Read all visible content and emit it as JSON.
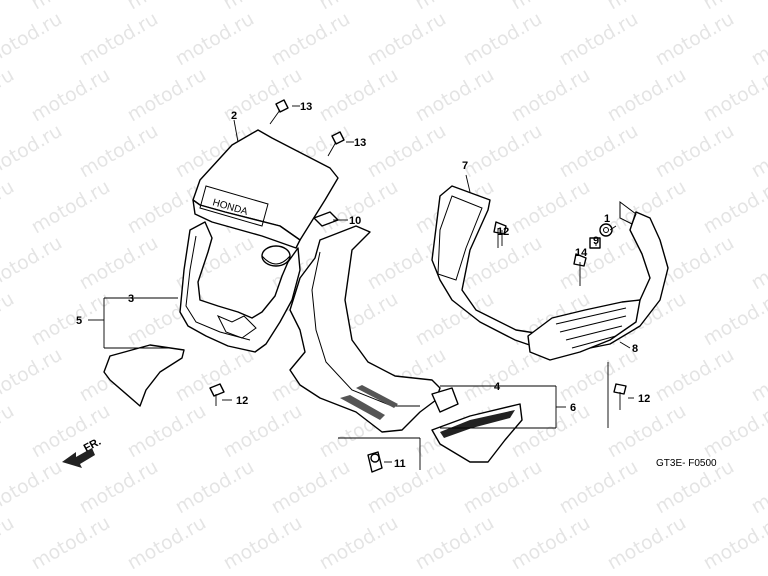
{
  "watermark": "motod.ru",
  "diagram_code": "GT3E- F0500",
  "direction_label": "FR.",
  "emblem_text": "HONDA",
  "callouts": {
    "c1": "1",
    "c2": "2",
    "c3": "3",
    "c4": "4",
    "c5": "5",
    "c6": "6",
    "c7": "7",
    "c8": "8",
    "c9": "9",
    "c10": "10",
    "c11": "11",
    "c12a": "12",
    "c12b": "12",
    "c12c": "12",
    "c13a": "13",
    "c13b": "13",
    "c14": "14"
  }
}
